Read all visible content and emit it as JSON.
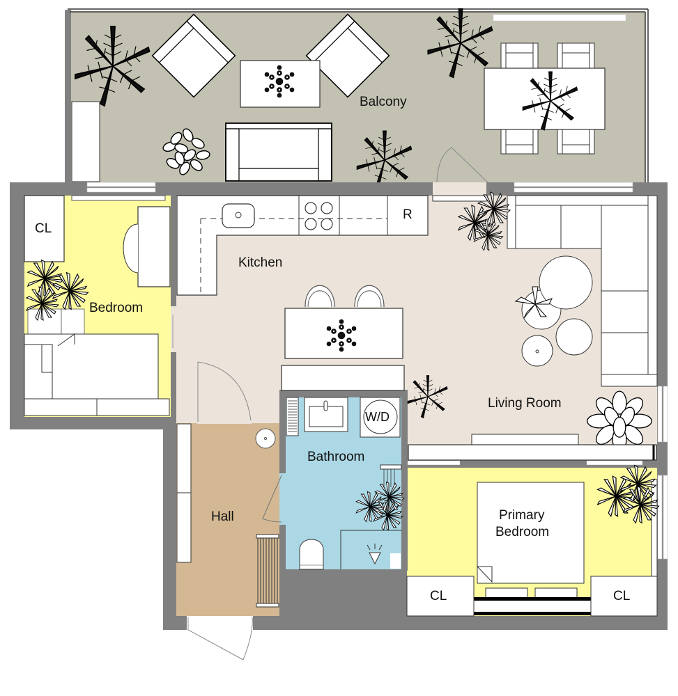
{
  "floorplan": {
    "rooms": [
      {
        "id": "balcony",
        "label": "Balcony",
        "color": "#c3c1b2"
      },
      {
        "id": "bedroom",
        "label": "Bedroom",
        "color": "#fffca0"
      },
      {
        "id": "kitchen",
        "label": "Kitchen",
        "color": "#ece4da"
      },
      {
        "id": "living-room",
        "label": "Living Room",
        "color": "#ece4da"
      },
      {
        "id": "bathroom",
        "label": "Bathroom",
        "color": "#acd8e5"
      },
      {
        "id": "hall",
        "label": "Hall",
        "color": "#d3b893"
      },
      {
        "id": "primary-bedroom",
        "label_line1": "Primary",
        "label_line2": "Bedroom",
        "color": "#fffca0"
      }
    ],
    "fixtures": {
      "closet_label": "CL",
      "refrigerator_label": "R",
      "washer_dryer_label": "W/D"
    },
    "colors": {
      "wall": "#808080",
      "furniture": "#ffffff",
      "outline": "#000000"
    }
  }
}
